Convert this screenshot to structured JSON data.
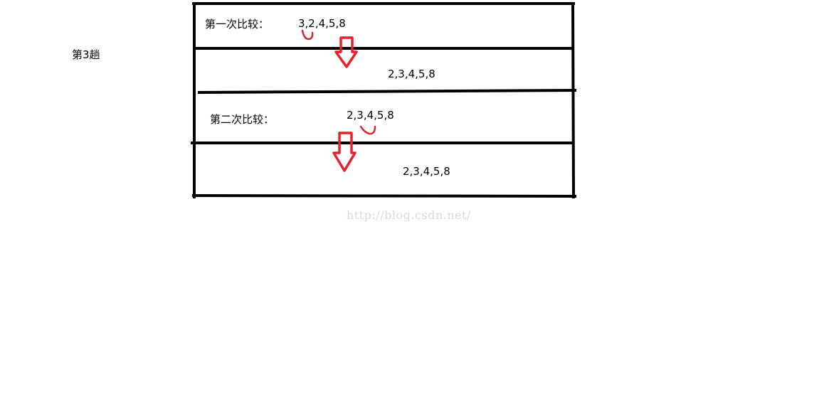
{
  "pass_label": "第3趟",
  "comparisons": [
    {
      "title": "第一次比较：",
      "before": "3,2,4,5,8",
      "after": "2,3,4,5,8"
    },
    {
      "title": "第二次比较：",
      "before": "2,3,4,5,8",
      "after": "2,3,4,5,8"
    }
  ],
  "watermark": "http://blog.csdn.net/",
  "colors": {
    "line": "#000000",
    "arrow": "#e8212b",
    "swap_mark": "#e8212b",
    "watermark": "#d9d9d9"
  }
}
